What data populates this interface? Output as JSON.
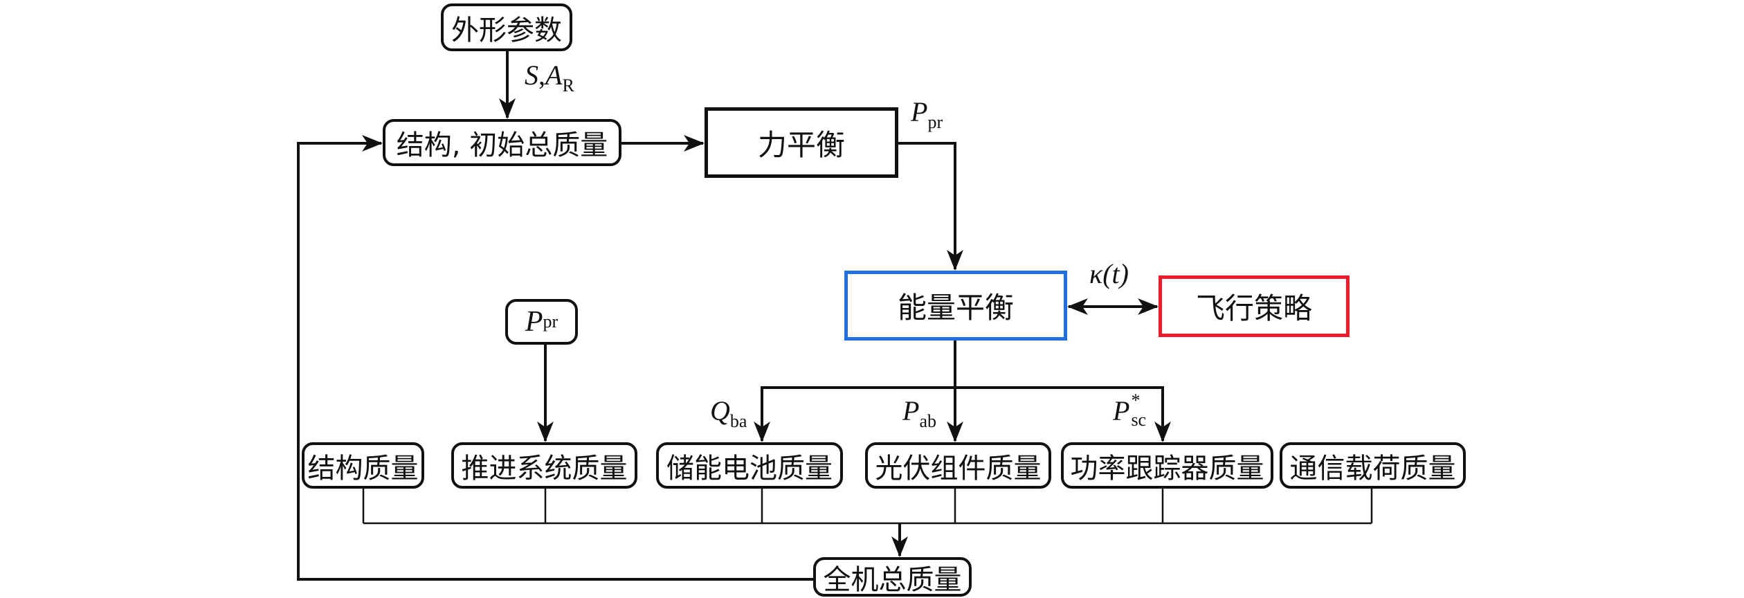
{
  "title": "Solar aircraft mass estimation flowchart",
  "colors": {
    "line": "#111111",
    "energy_box": "#1f6fe0",
    "strategy_box": "#ee1c2a"
  },
  "nodes": {
    "shape_params": "外形参数",
    "structure_init_mass": "结构, 初始总质量",
    "force_balance": "力平衡",
    "energy_balance": "能量平衡",
    "flight_strategy": "飞行策略",
    "ppr_input": {
      "symbol": "P",
      "sub": "pr"
    },
    "mass_components": [
      "结构质量",
      "推进系统质量",
      "储能电池质量",
      "光伏组件质量",
      "功率跟踪器质量",
      "通信载荷质量"
    ],
    "total_mass": "全机总质量"
  },
  "edge_labels": {
    "shape_to_structure": {
      "sym1": "S",
      "sep": ",",
      "sym2": "A",
      "sub2": "R"
    },
    "force_to_energy": {
      "symbol": "P",
      "sub": "pr"
    },
    "energy_strategy": {
      "symbol": "κ",
      "arg": "(t)"
    },
    "to_battery": {
      "symbol": "Q",
      "sub": "ba"
    },
    "to_pv": {
      "symbol": "P",
      "sub": "ab"
    },
    "to_tracker": {
      "symbol": "P",
      "sup": "*",
      "sub": "sc"
    }
  }
}
